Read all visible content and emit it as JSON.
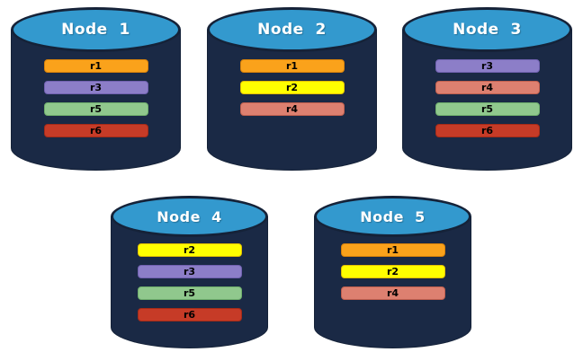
{
  "canvas": {
    "background": "#ffffff"
  },
  "colors": {
    "cylinder_body": "#1A2945",
    "cylinder_edge": "#152238",
    "cylinder_top": "#3399CE",
    "title_text": "#ffffff",
    "bar_text": "#000000",
    "replicas": {
      "r1": {
        "fill": "#FAA21B",
        "border": "#D9820A"
      },
      "r2": {
        "fill": "#FFFF00",
        "border": "#E3C000"
      },
      "r3": {
        "fill": "#8C7EC8",
        "border": "#7162B1"
      },
      "r4": {
        "fill": "#DD8070",
        "border": "#C05F4E"
      },
      "r5": {
        "fill": "#90C88D",
        "border": "#6FAF6C"
      },
      "r6": {
        "fill": "#C63B27",
        "border": "#A52B18"
      }
    }
  },
  "nodes": [
    {
      "label": "Node  1",
      "replicas": [
        "r1",
        "r3",
        "r5",
        "r6"
      ]
    },
    {
      "label": "Node  2",
      "replicas": [
        "r1",
        "r2",
        "r4"
      ]
    },
    {
      "label": "Node  3",
      "replicas": [
        "r3",
        "r4",
        "r5",
        "r6"
      ]
    },
    {
      "label": "Node  4",
      "replicas": [
        "r2",
        "r3",
        "r5",
        "r6"
      ]
    },
    {
      "label": "Node  5",
      "replicas": [
        "r1",
        "r2",
        "r4"
      ]
    }
  ]
}
